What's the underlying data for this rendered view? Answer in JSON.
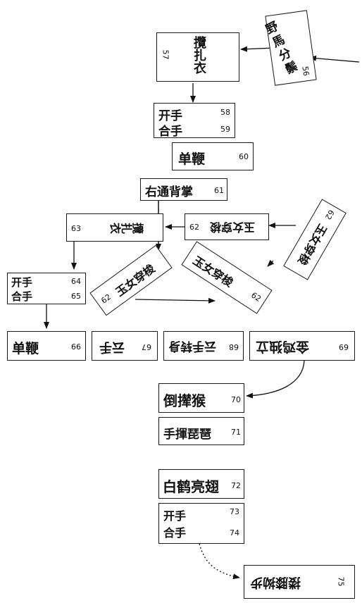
{
  "nodes": {
    "n56": {
      "text": "野馬分鬃",
      "num": "56"
    },
    "n57": {
      "text": "攬扎衣",
      "num": "57"
    },
    "n58_59": {
      "line1": "开手",
      "num1": "58",
      "line2": "合手",
      "num2": "59"
    },
    "n60": {
      "text": "单鞭",
      "num": "60"
    },
    "n61": {
      "text": "右通背掌",
      "num": "61"
    },
    "n62a": {
      "text": "玉女穿梭",
      "num": "62"
    },
    "n62b": {
      "text": "玉女穿梭",
      "num": "62"
    },
    "n62c": {
      "text": "玉女穿梭",
      "num": "62"
    },
    "n62d": {
      "text": "玉女穿梭",
      "num": "62"
    },
    "n63": {
      "text": "攬扎衣",
      "num": "63"
    },
    "n64_65": {
      "line1": "开手",
      "num1": "64",
      "line2": "合手",
      "num2": "65"
    },
    "n66": {
      "text": "单鞭",
      "num": "66"
    },
    "n67": {
      "text": "云手",
      "num": "67"
    },
    "n68": {
      "text": "云手转身",
      "num": "68"
    },
    "n69": {
      "text": "金鸡独立",
      "num": "69"
    },
    "n70": {
      "text": "倒撵猴",
      "num": "70"
    },
    "n71": {
      "text": "手揮琵琶",
      "num": "71"
    },
    "n72": {
      "text": "白鹤亮翅",
      "num": "72"
    },
    "n73_74": {
      "line1": "开手",
      "num1": "73",
      "line2": "合手",
      "num2": "74"
    },
    "n75": {
      "text": "搂膝拗步",
      "num": "75"
    }
  }
}
